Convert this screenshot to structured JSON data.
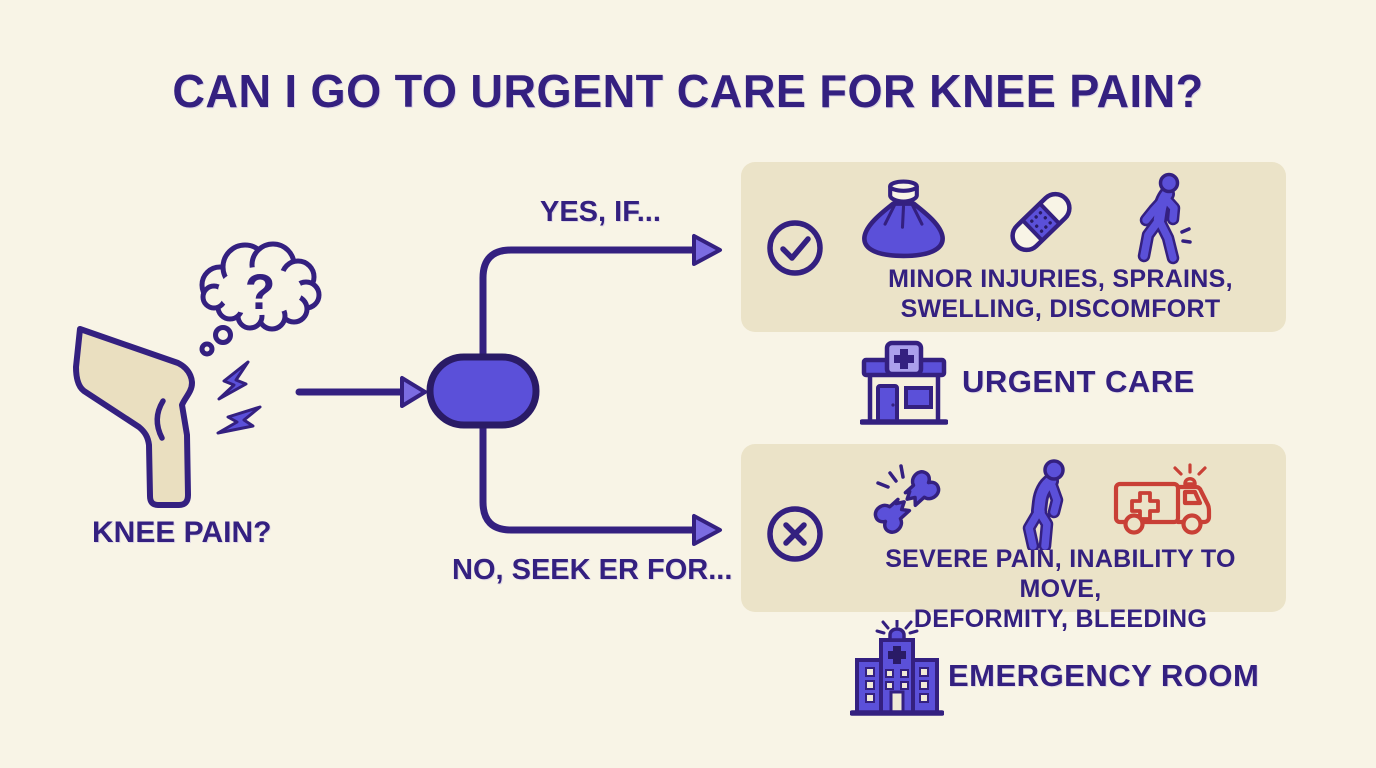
{
  "title": "CAN I GO TO URGENT CARE FOR KNEE PAIN?",
  "knee": {
    "label": "KNEE PAIN?",
    "thought_symbol": "?",
    "illustration": [
      "knee-leg-icon",
      "thought-cloud-icon",
      "pain-bolt-icon"
    ]
  },
  "decision": {
    "yes_label": "YES, IF...",
    "no_label": "NO, SEEK ER FOR..."
  },
  "urgent_care": {
    "badge_icon": "check-circle-icon",
    "icons": [
      "ice-pack-icon",
      "bandage-icon",
      "walking-person-icon"
    ],
    "conditions_line1": "MINOR INJURIES, SPRAINS,",
    "conditions_line2": "SWELLING, DISCOMFORT",
    "destination_icon": "urgent-care-building-icon",
    "destination_label": "URGENT CARE"
  },
  "emergency_room": {
    "badge_icon": "x-circle-icon",
    "icons": [
      "broken-bone-icon",
      "injured-person-icon",
      "ambulance-icon"
    ],
    "conditions_line1": "SEVERE PAIN, INABILITY TO MOVE,",
    "conditions_line2": "DEFORMITY, BLEEDING",
    "destination_icon": "hospital-building-icon",
    "destination_label": "EMERGENCY ROOM"
  },
  "colors": {
    "background": "#f8f4e6",
    "panel_beige": "#ebe3c8",
    "dark_purple": "#342080",
    "icon_purple": "#5b50d9",
    "light_purple": "#aba0ec",
    "leg_beige": "#eadfc0",
    "ambulance_red": "#c94036"
  }
}
